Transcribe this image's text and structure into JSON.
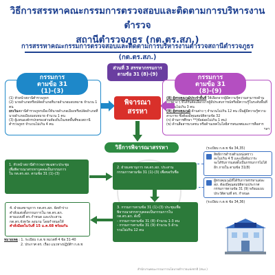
{
  "header": {
    "title_line1": "วิธีการสรรหาคณะกรรมการตรวจสอบและติดตามการบริหารงานตำรวจ",
    "title_line2": "สถานีตำรวจภูธร (กต.ตร.สภ.)",
    "subtitle_line1": "การสรรหาคณะกรรมการตรวจสอบและติดตามการบริหารงานตำรวจสถานีตำรวจภูธร",
    "subtitle_line2": "(กต.ตร.สภ.)"
  },
  "section_pill": {
    "line1": "ส่วนที่ 3 สรรหากรรมการ",
    "line2": "ตามข้อ 31 (8)-(9)"
  },
  "left_panel": {
    "head_line1": "กรรมการ",
    "head_line2": "ตามข้อ 31",
    "head_line3": "(1)-(3)",
    "item1": "(1) หัวหน้าสถานีตำรวจภูธร",
    "item2": "(2) นายอำเภอหรือปลัดอำเภอที่นายอำเภอมอบหมาย จำนวน 1 คน",
    "item2b_bold": "ยกเว้น",
    "item2b": "สถานีตำรวจภูธรเมืองให้นายอำเภอเมืองหรือปลัดอำเภอที่นายอำเภอเมืองมอบหมาย จำนวน 1 คน",
    "item3": "(3) ผู้แทนองค์กรปกครองส่วนท้องถิ่นในเขตพื้นที่ของสถานีตำรวจภูธร จำนวนไม่เกิน 4 คน"
  },
  "right_panel": {
    "head_line1": "กรรมการ",
    "head_line2": "ตามข้อ 31",
    "head_line3": "(8)-(9)",
    "item8_bold": "(8) ผู้ทรงคุณวุฒิประจำพื้นที่",
    "item8": "ให้เลือกจากผู้มีความรู้ความสามารถด้านการต่าง ๆ ที่ได้รับคัดเลือกจากผู้มีประสบการณ์หรือมีความรู้ในระดับพื้นที่ จำนวนไม่เกิน 3 คน",
    "item9_bold": "(9) ผู้ทรงคุณวุฒิ",
    "item9": "ด้านต่าง ๆ จำนวนไม่เกิน 12 คน เป็นผู้มีความรู้ความสามารถ ซึ่งต้องมีคุณสมบัติตามข้อ 32",
    "item9a": "(ก) ด้านการศึกษา **(ข้อย่อยไม่เกิน 1 คน)",
    "item9b": "(ข) ด้านสื่อสารมวลชน หรือด้านเทคโนโลยีสารสนเทศและการสื่อสาร",
    "more": "ฯลฯ"
  },
  "center_red": {
    "line1": "พิจารณา",
    "line2": "สรรหา"
  },
  "method_pill": "วิธีการพิจารณาสรรหา",
  "steps": {
    "step1_line1": "1. หัวหน้าสถานีตำรวจภาพเฉพาะประชุม",
    "step1_line2": "เพื่อพิจารณาสรรหาบุคคลเป็นกรรมการ",
    "step1_line3": "ใน กต.ตร.สภ. ตามข้อ 31 (1)-(3)",
    "step2_line1": "2. ฝ่ายเลขานุการ กต.ตร.สภ. ประสาน",
    "step2_line2": "กรรมการตามข้อ 31 (1)-(3) เพื่อขอรับชื่อ",
    "step3_line1": "3. กรรมการตามข้อ 31 (1)-(3) ประชุมเพื่อ",
    "step3_line2": "พิจารณาสรรหาบุคคลเป็นกรรมการใน",
    "step3_line3": "กต.ตร.สภ. ดังนี้",
    "step3_line4": "- กรรมการตามข้อ 31 (8) จำนวน 1-3 คน",
    "step3_line5": "- กรรมการตามข้อ 31 (9) จำนวน 5 ด้าน",
    "step3_line6": "รวมไม่เกิน 12 คน",
    "step4_line1": "4. ฝ่ายเลขานุการ กต.ตร.สภ. จัดทำร่าง",
    "step4_line2": "คำสั่งแต่งตั้งกรรมการใน กต.ตร.สภ.",
    "step4_line3": "ตามแบบที่ ตร.กำหนด และประสาน",
    "step4_line4": "กต.ตร.จังหวัด ลงนาม โดยกำหนดให้",
    "step4_line5": "คำสั่งมีผลในวันที่ 15 ม.ค.68 พร้อมกัน"
  },
  "side": {
    "ref_top": "(ระเบียบ ก.ต.ช ข้อ 34,35)",
    "item1_line1": "สิทธิการดำรงตำแหน่งคราว",
    "item1_line2": "ละไม่เกิน 4 ปี และเมื่อพ้นวาระ",
    "item1_line3": "จะได้รับการแต่งตั้งเป็นกรรมการไม่ได้",
    "item1_line4": "อีก ภายใน ตามข้อ 31(8)",
    "item2_line1": "ผู้ทรงคุณวุฒิที่ได้รับการสรรหาแต่ละ",
    "item2_line2": "สภ. ต้องมีคุณสมบัติตามประกาศ",
    "item2_line3": "กรรมการตามข้อ 31 (9) พร้อมแบบ",
    "item2_line4": "ประวัติตามที่ ตร. กำหนด",
    "ref_bottom": "(ระเบียบ ก.ต.ช ข้อ 34,36)"
  },
  "footer": {
    "note_label": "หมายเหตุ",
    "note1": ": 1. ระเบียบ ก.ต.ช หมวดที่ 4 ข้อ 31-40",
    "note2": "2. ประกาศ ตร. เรื่อง แนวทางปฏิบัติฯ ก.ต.ช",
    "credit": "สำนักงานคณะกรรมการนโยบายตำรวจแห่งชาติ (สนง.)"
  },
  "colors": {
    "title": "#1c3f8f",
    "purple": "#6a3ea0",
    "blue": "#1e88c9",
    "magenta": "#b44fc1",
    "red": "#d9302a",
    "green": "#2c7a3a"
  }
}
